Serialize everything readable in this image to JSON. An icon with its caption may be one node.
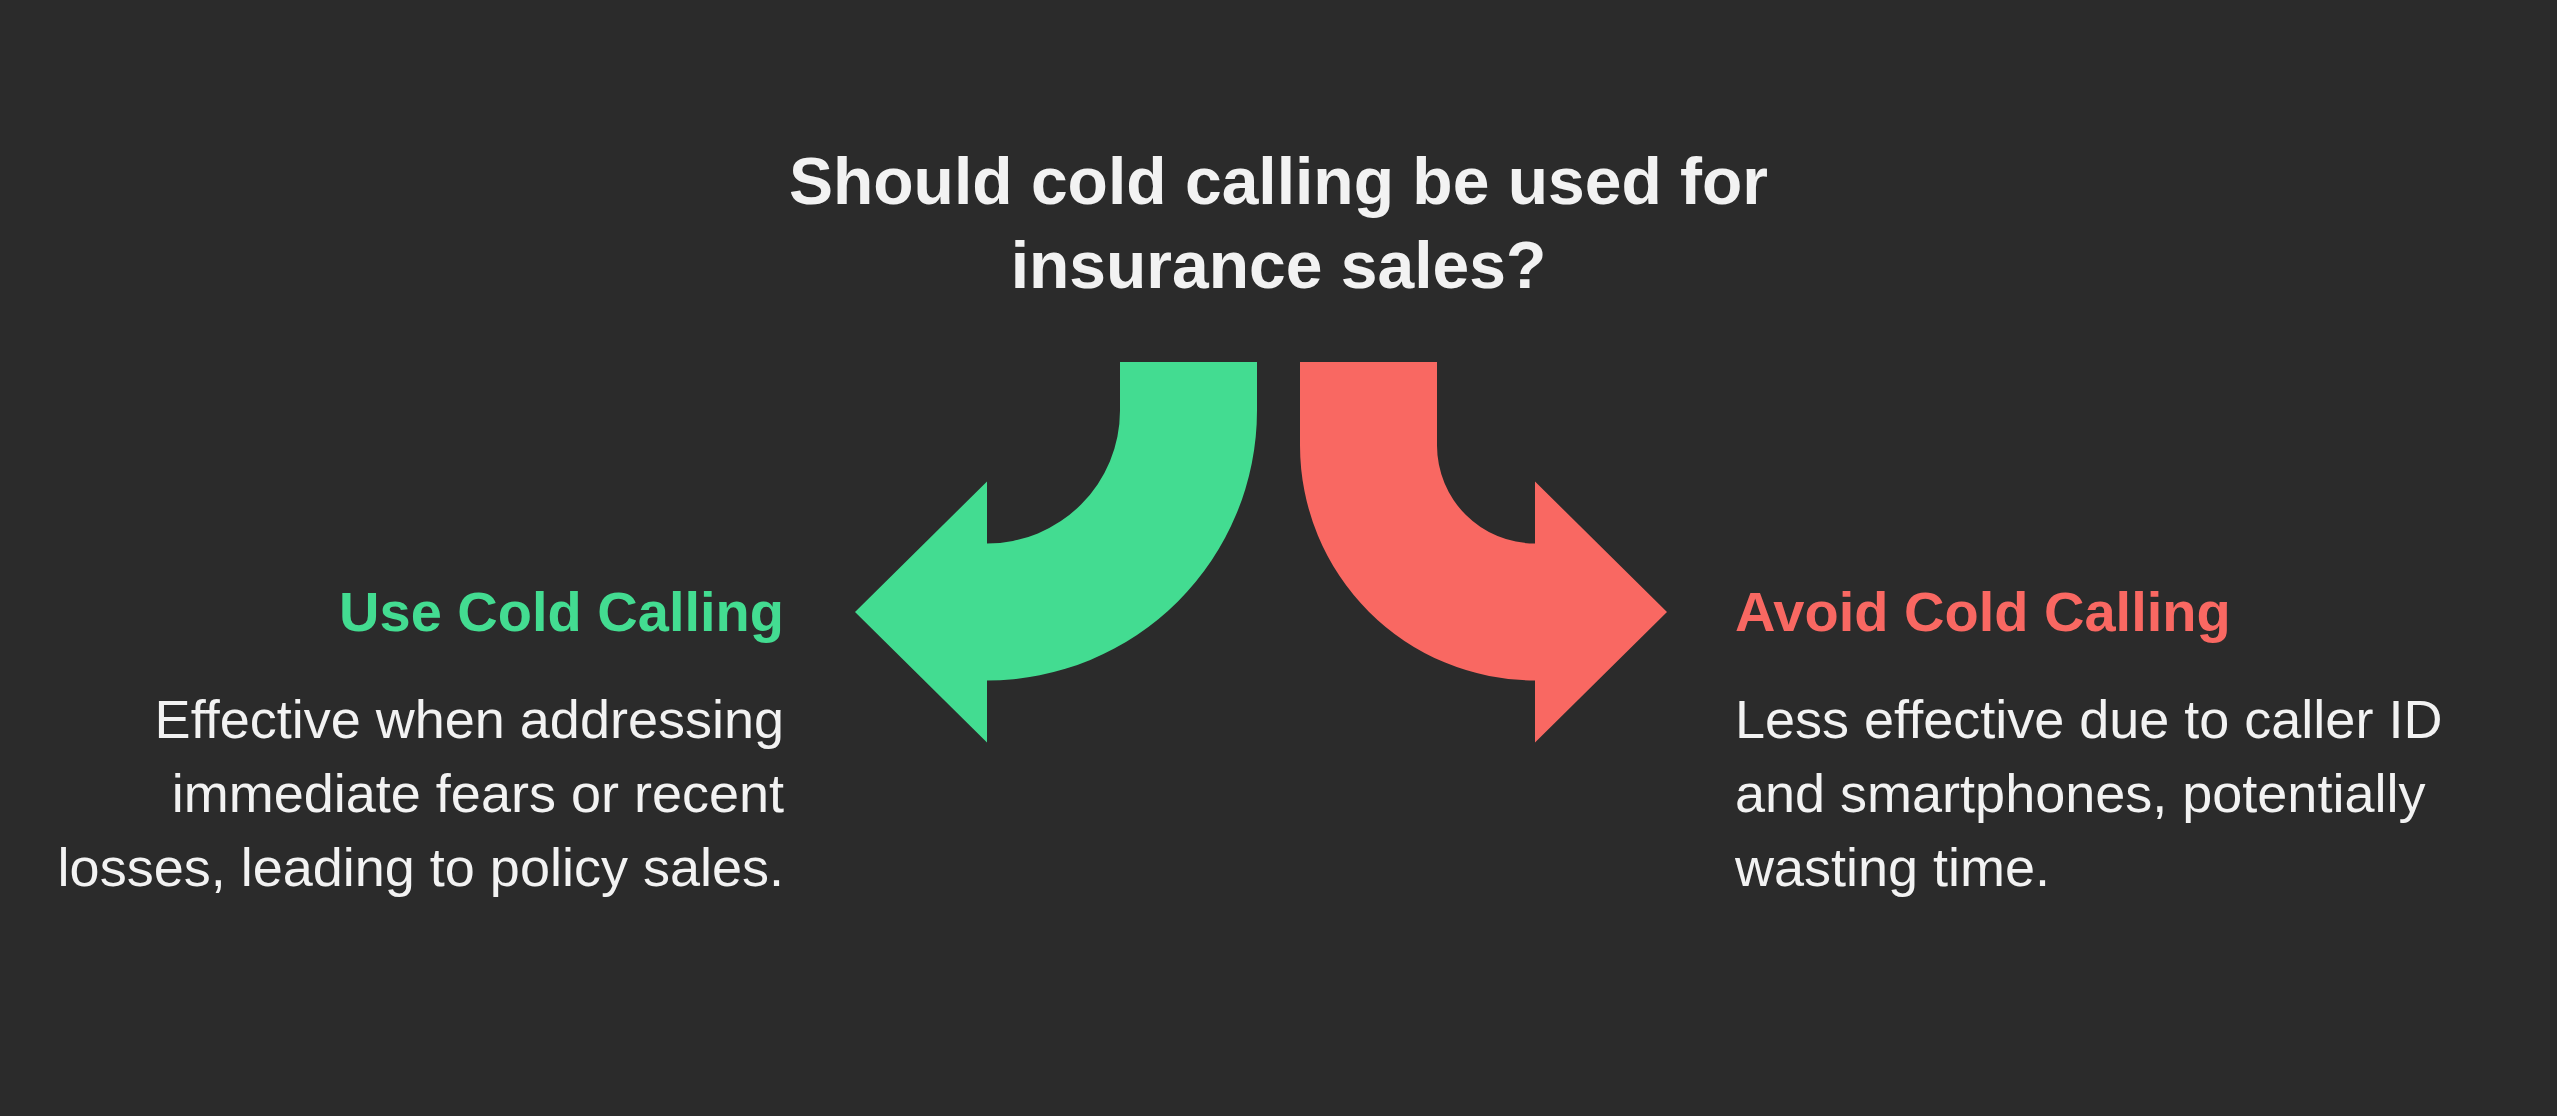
{
  "diagram": {
    "nodes": [
      {
        "text": [
          "Should cold calling be used for insurance sales?"
        ]
      },
      {
        "text": [
          "Use Cold Calling",
          "Effective when addressing immediate fears or recent losses, leading to policy sales."
        ]
      },
      {
        "text": [
          "Avoid Cold Calling",
          "Less effective due to caller ID and smartphones, potentially wasting time."
        ]
      }
    ],
    "edges": [
      {
        "from": 0,
        "to": 1,
        "arrow": "to",
        "color": "#43dc91"
      },
      {
        "from": 0,
        "to": 2,
        "arrow": "to",
        "color": "#f96862"
      }
    ]
  }
}
